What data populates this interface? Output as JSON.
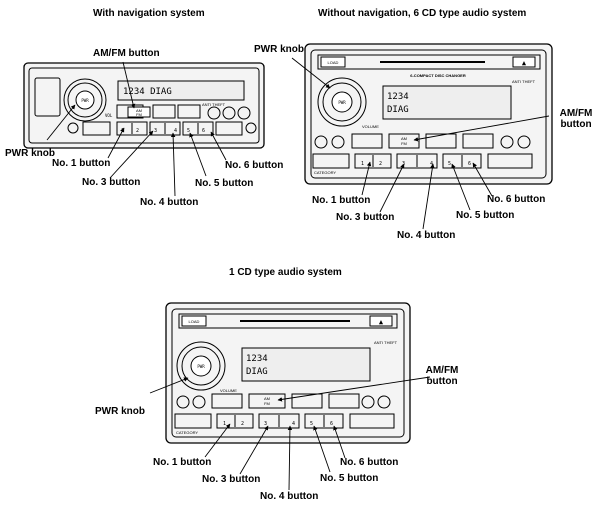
{
  "headers": {
    "nav": "With navigation system",
    "six_cd": "Without navigation, 6 CD type audio system",
    "one_cd": "1 CD type audio system"
  },
  "labels": {
    "amfm": "AM/FM button",
    "amfm_line1": "AM/FM",
    "amfm_line2": "button",
    "pwr": "PWR knob",
    "no1": "No. 1 button",
    "no3": "No. 3 button",
    "no4": "No. 4 button",
    "no5": "No. 5 button",
    "no6": "No. 6 button"
  },
  "display": {
    "line1": "1234",
    "line2": "DIAG",
    "nav_text": "1234  DIAG"
  },
  "unit_text": {
    "pwr": "PWR",
    "vol": "VOL",
    "volume": "VOLUME",
    "load": "LOAD",
    "am": "AM",
    "fm": "FM",
    "changer": "6-COMPACT DISC CHANGER",
    "anti_theft": "ANTI THEFT",
    "category": "CATEGORY",
    "eject": "▲",
    "presets": [
      "1",
      "2",
      "3",
      "4",
      "5",
      "6"
    ]
  },
  "colors": {
    "line": "#000000",
    "background": "#ffffff",
    "unit_fill": "#f4f4f4",
    "display_fill": "#eeeeee"
  }
}
